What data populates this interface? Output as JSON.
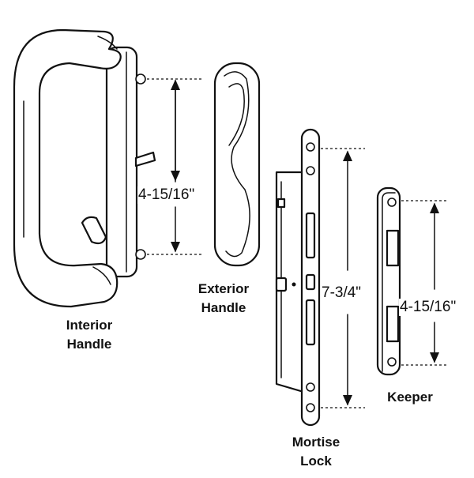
{
  "parts": {
    "interior_handle": [
      "Interior",
      "Handle"
    ],
    "exterior_handle": [
      "Exterior",
      "Handle"
    ],
    "mortise_lock": [
      "Mortise",
      "Lock"
    ],
    "keeper": [
      "Keeper"
    ]
  },
  "dimensions": {
    "handle_spacing": "4-15/16\"",
    "lock_length": "7-3/4\"",
    "keeper_spacing": "4-15/16\""
  }
}
